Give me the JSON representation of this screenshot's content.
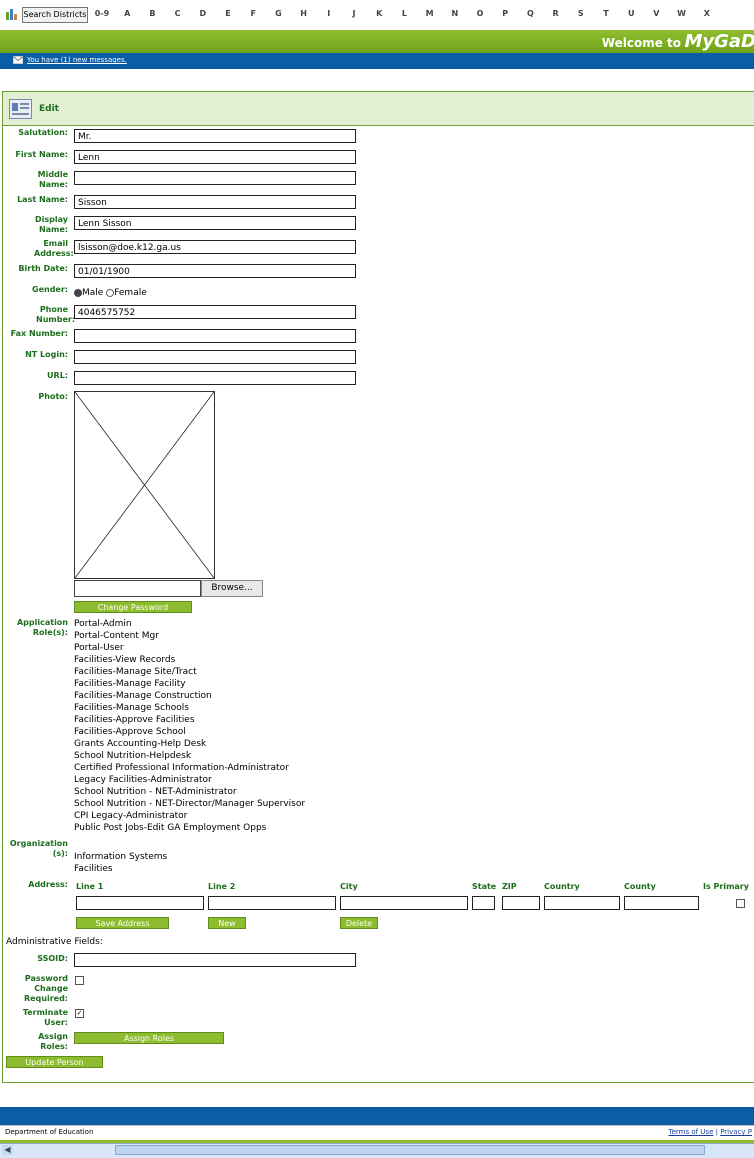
{
  "top_bar": {
    "search_label": "Search Districts",
    "letters": [
      "0-9",
      "A",
      "B",
      "C",
      "D",
      "E",
      "F",
      "G",
      "H",
      "I",
      "J",
      "K",
      "L",
      "M",
      "N",
      "O",
      "P",
      "Q",
      "R",
      "S",
      "T",
      "U",
      "V",
      "W",
      "X"
    ]
  },
  "welcome": {
    "prefix": "Welcome to",
    "brand": "MyGaD"
  },
  "message_bar": {
    "link": "You have (1) new messages."
  },
  "edit_section": {
    "title": "Edit",
    "fields": {
      "salutation": {
        "label": "Salutation:",
        "value": "Mr."
      },
      "first_name": {
        "label": "First Name:",
        "value": "Lenn"
      },
      "middle_name": {
        "label": "Middle Name:",
        "value": ""
      },
      "last_name": {
        "label": "Last Name:",
        "value": "Sisson"
      },
      "display_name": {
        "label": "Display Name:",
        "value": "Lenn Sisson"
      },
      "email": {
        "label": "Email Address:",
        "value": "lsisson@doe.k12.ga.us"
      },
      "birth_date": {
        "label": "Birth Date:",
        "value": "01/01/1900"
      },
      "gender": {
        "label": "Gender:",
        "options": [
          "Male",
          "Female"
        ],
        "selected": "Male"
      },
      "phone": {
        "label": "Phone Number:",
        "value": "4046575752"
      },
      "fax": {
        "label": "Fax Number:",
        "value": ""
      },
      "nt_login": {
        "label": "NT Login:",
        "value": ""
      },
      "url": {
        "label": "URL:",
        "value": ""
      },
      "photo": {
        "label": "Photo:"
      }
    },
    "browse_label": "Browse...",
    "change_password_label": "Change Password",
    "roles_label": "Application Role(s):",
    "roles": [
      "Portal-Admin",
      "Portal-Content Mgr",
      "Portal-User",
      "Facilities-View Records",
      "Facilities-Manage Site/Tract",
      "Facilities-Manage Facility",
      "Facilities-Manage Construction",
      "Facilities-Manage Schools",
      "Facilities-Approve Facilities",
      "Facilities-Approve School",
      "Grants Accounting-Help Desk",
      "School Nutrition-Helpdesk",
      "Certified Professional Information-Administrator",
      "Legacy Facilities-Administrator",
      "School Nutrition - NET-Administrator",
      "School Nutrition - NET-Director/Manager Supervisor",
      "CPI Legacy-Administrator",
      "Public Post Jobs-Edit GA Employment Opps"
    ],
    "org_label": "Organization (s):",
    "organizations": [
      "Information Systems",
      "Facilities"
    ],
    "address": {
      "label": "Address:",
      "headers": {
        "line1": "Line 1",
        "line2": "Line 2",
        "city": "City",
        "state": "State",
        "zip": "ZIP",
        "country": "Country",
        "county": "County",
        "is_primary": "Is Primary"
      },
      "save_label": "Save Address",
      "new_label": "New",
      "delete_label": "Delete"
    },
    "admin": {
      "heading": "Administrative Fields:",
      "ssoid_label": "SSOID:",
      "ssoid_value": "",
      "pw_change_label": "Password Change Required:",
      "pw_change_checked": false,
      "terminate_label": "Terminate User:",
      "terminate_checked": true,
      "assign_label": "Assign Roles:",
      "assign_button": "Assign Roles",
      "update_button": "Update Person"
    }
  },
  "footer": {
    "department": "Department of Education",
    "terms": "Terms of Use",
    "separator": "|",
    "privacy": "Privacy P"
  },
  "colors": {
    "green": "#8dbd2e",
    "blue": "#0c5da8",
    "label_green": "#1c6e1c"
  }
}
